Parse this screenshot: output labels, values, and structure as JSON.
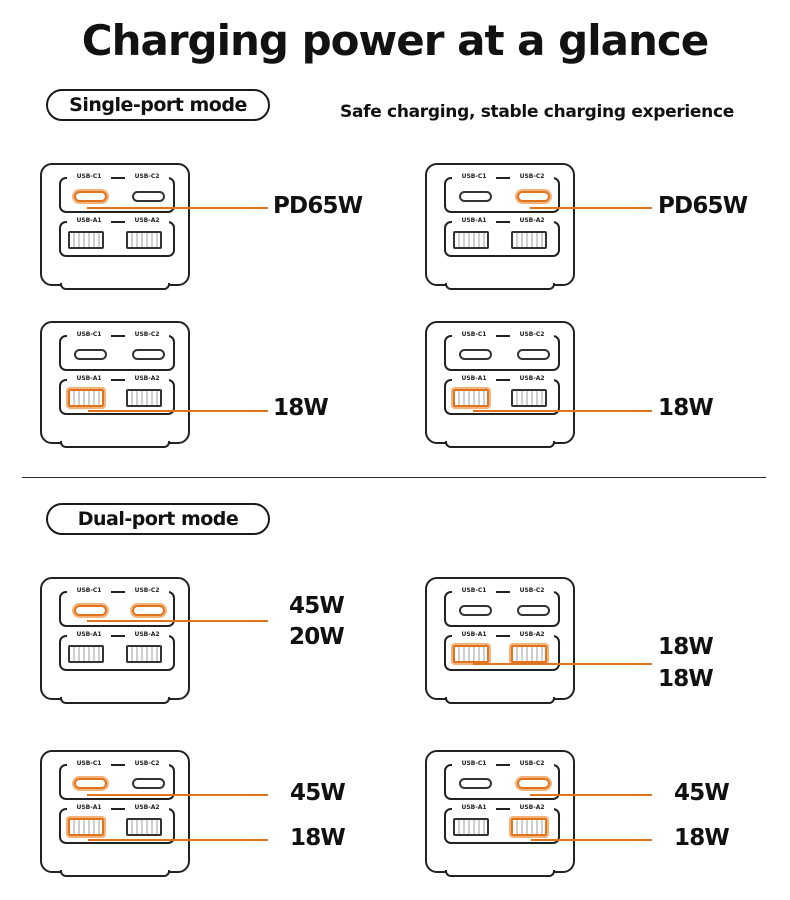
{
  "title": "Charging power at a glance",
  "single_mode_label": "Single-port mode",
  "dual_mode_label": "Dual-port mode",
  "subtitle": "Safe charging, stable charging experience",
  "port_labels": {
    "c1": "USB-C1",
    "c2": "USB-C2",
    "a1": "USB-A1",
    "a2": "USB-A2"
  },
  "accent_color": "#e0731d",
  "configs": [
    {
      "mode": "single",
      "active": [
        "c1"
      ],
      "outputs": [
        "PD65W"
      ]
    },
    {
      "mode": "single",
      "active": [
        "c2"
      ],
      "outputs": [
        "PD65W"
      ]
    },
    {
      "mode": "single",
      "active": [
        "a1"
      ],
      "outputs": [
        "18W"
      ]
    },
    {
      "mode": "single",
      "active": [
        "a1"
      ],
      "outputs": [
        "18W"
      ]
    },
    {
      "mode": "dual",
      "active": [
        "c1",
        "c2"
      ],
      "outputs": [
        "45W",
        "20W"
      ]
    },
    {
      "mode": "dual",
      "active": [
        "a1",
        "a2"
      ],
      "outputs": [
        "18W",
        "18W"
      ]
    },
    {
      "mode": "dual",
      "active": [
        "c1",
        "a1"
      ],
      "outputs": [
        "45W",
        "18W"
      ]
    },
    {
      "mode": "dual",
      "active": [
        "c2",
        "a2"
      ],
      "outputs": [
        "45W",
        "18W"
      ]
    }
  ]
}
